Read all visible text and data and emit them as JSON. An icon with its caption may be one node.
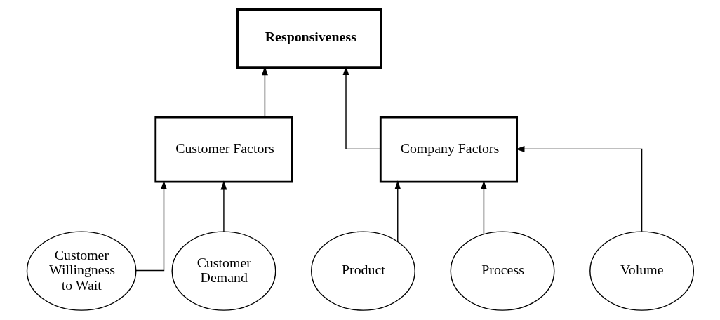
{
  "diagram": {
    "nodes": [
      {
        "text": [
          "Responsiveness"
        ]
      },
      {
        "text": [
          "Customer Factors"
        ]
      },
      {
        "text": [
          "Company Factors"
        ]
      },
      {
        "text": [
          "Customer Willingness to Wait"
        ]
      },
      {
        "text": [
          "Customer Demand"
        ]
      },
      {
        "text": [
          "Product"
        ]
      },
      {
        "text": [
          "Process"
        ]
      },
      {
        "text": [
          "Volume"
        ]
      }
    ],
    "edges": [
      {
        "from": 1,
        "to": 0,
        "arrow": "to"
      },
      {
        "from": 2,
        "to": 0,
        "arrow": "to"
      },
      {
        "from": 3,
        "to": 1,
        "arrow": "to"
      },
      {
        "from": 4,
        "to": 1,
        "arrow": "to"
      },
      {
        "from": 5,
        "to": 2,
        "arrow": "to"
      },
      {
        "from": 6,
        "to": 2,
        "arrow": "to"
      },
      {
        "from": 7,
        "to": 2,
        "arrow": "to"
      }
    ]
  }
}
